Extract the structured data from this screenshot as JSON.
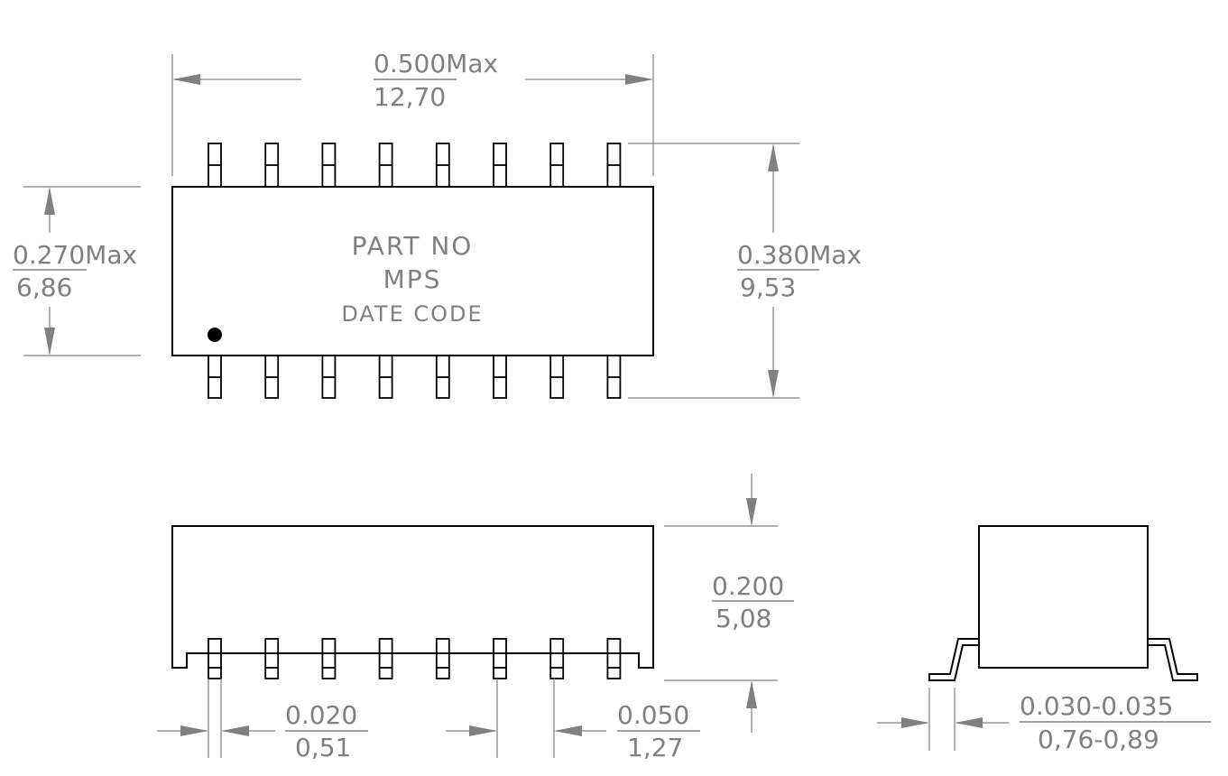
{
  "package_label": {
    "line1": "PART NO",
    "line2": "MPS",
    "line3": "DATE CODE"
  },
  "dimensions": {
    "length": {
      "inch": "0.500Max",
      "mm": "12,70"
    },
    "body_width": {
      "inch": "0.270Max",
      "mm": "6,86"
    },
    "overall_width": {
      "inch": "0.380Max",
      "mm": "9,53"
    },
    "height": {
      "inch": "0.200",
      "mm": "5,08"
    },
    "lead_width": {
      "inch": "0.020",
      "mm": "0,51"
    },
    "pitch": {
      "inch": "0.050",
      "mm": "1,27"
    },
    "foot_length": {
      "inch": "0.030-0.035",
      "mm": "0,76-0,89"
    }
  },
  "pins_per_side": 8,
  "colors": {
    "outline": "#000000",
    "dimension": "#808080"
  }
}
